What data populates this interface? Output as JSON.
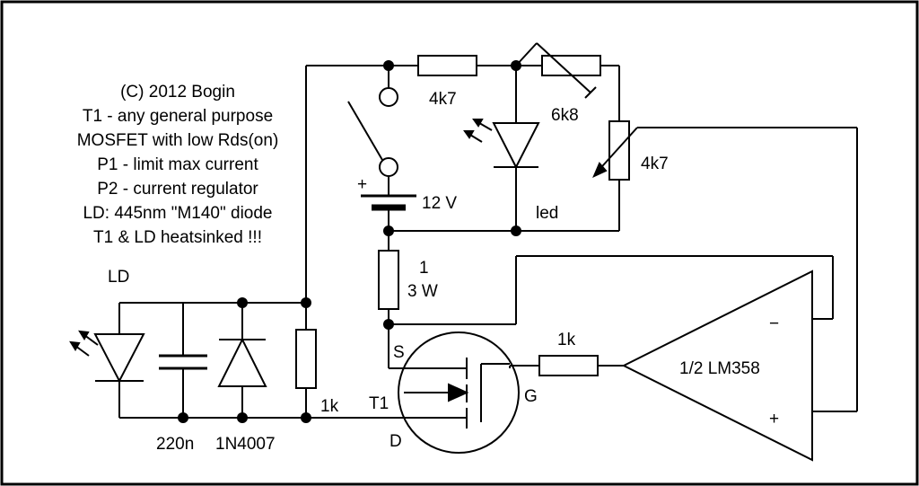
{
  "notes": [
    "(C) 2012 Bogin",
    "T1 - any general purpose",
    "MOSFET with low Rds(on)",
    "P1 - limit max current",
    "P2 - current regulator",
    "LD: 445nm \"M140\" diode",
    "T1 & LD heatsinked !!!"
  ],
  "labels": {
    "ld": "LD",
    "cap": "220n",
    "diode": "1N4007",
    "r_1k_left": "1k",
    "r_4k7_top": "4k7",
    "pot_6k8": "6k8",
    "pot_4k7": "4k7",
    "battery": "12 V",
    "battery_plus": "+",
    "led": "led",
    "r_sense_value": "1",
    "r_sense_power": "3 W",
    "source": "S",
    "drain": "D",
    "gate": "G",
    "transistor": "T1",
    "r_gate": "1k",
    "opamp": "1/2 LM358",
    "opamp_minus": "−",
    "opamp_plus": "+"
  }
}
